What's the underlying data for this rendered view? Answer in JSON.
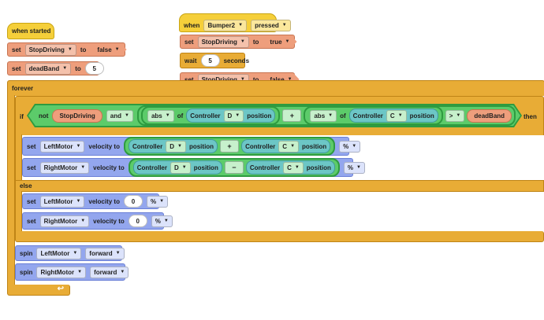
{
  "when_started": {
    "label": "when started"
  },
  "set_stop": {
    "set": "set",
    "var": "StopDriving",
    "to": "to",
    "value": "false"
  },
  "set_dead": {
    "set": "set",
    "var": "deadBand",
    "to": "to",
    "value": "5"
  },
  "when_bumper": {
    "when": "when",
    "device": "Bumper2",
    "state": "pressed"
  },
  "set_stop_true": {
    "set": "set",
    "var": "StopDriving",
    "to": "to",
    "value": "true"
  },
  "wait": {
    "label": "wait",
    "value": "5",
    "unit": "seconds"
  },
  "set_stop_false": {
    "set": "set",
    "var": "StopDriving",
    "to": "to",
    "value": "false"
  },
  "forever": {
    "label": "forever"
  },
  "if_block": {
    "if": "if",
    "not": "not",
    "var": "StopDriving",
    "and": "and",
    "abs1": {
      "fn": "abs",
      "of": "of",
      "controller": "Controller",
      "axis": "D",
      "prop": "position"
    },
    "plus": "+",
    "abs2": {
      "fn": "abs",
      "of": "of",
      "controller": "Controller",
      "axis": "C",
      "prop": "position"
    },
    "compare": ">",
    "threshold": "deadBand",
    "then": "then"
  },
  "left_vel": {
    "set": "set",
    "motor": "LeftMotor",
    "velocity_to": "velocity to",
    "a_ctrl": "Controller",
    "a_axis": "D",
    "a_prop": "position",
    "op": "+",
    "b_ctrl": "Controller",
    "b_axis": "C",
    "b_prop": "position",
    "unit": "%"
  },
  "right_vel": {
    "set": "set",
    "motor": "RightMotor",
    "velocity_to": "velocity to",
    "a_ctrl": "Controller",
    "a_axis": "D",
    "a_prop": "position",
    "op": "−",
    "b_ctrl": "Controller",
    "b_axis": "C",
    "b_prop": "position",
    "unit": "%"
  },
  "else": {
    "label": "else"
  },
  "left_zero": {
    "set": "set",
    "motor": "LeftMotor",
    "velocity_to": "velocity to",
    "value": "0",
    "unit": "%"
  },
  "right_zero": {
    "set": "set",
    "motor": "RightMotor",
    "velocity_to": "velocity to",
    "value": "0",
    "unit": "%"
  },
  "spin_left": {
    "spin": "spin",
    "motor": "LeftMotor",
    "dir": "forward"
  },
  "spin_right": {
    "spin": "spin",
    "motor": "RightMotor",
    "dir": "forward"
  },
  "loop_icon": "loop-arrow-icon",
  "colors": {
    "events": "#f5cf3a",
    "control": "#e8ac36",
    "variables": "#ee9e7c",
    "motion": "#93a6ee",
    "operators": "#5ccb6a",
    "sensing": "#6cc6c6"
  }
}
